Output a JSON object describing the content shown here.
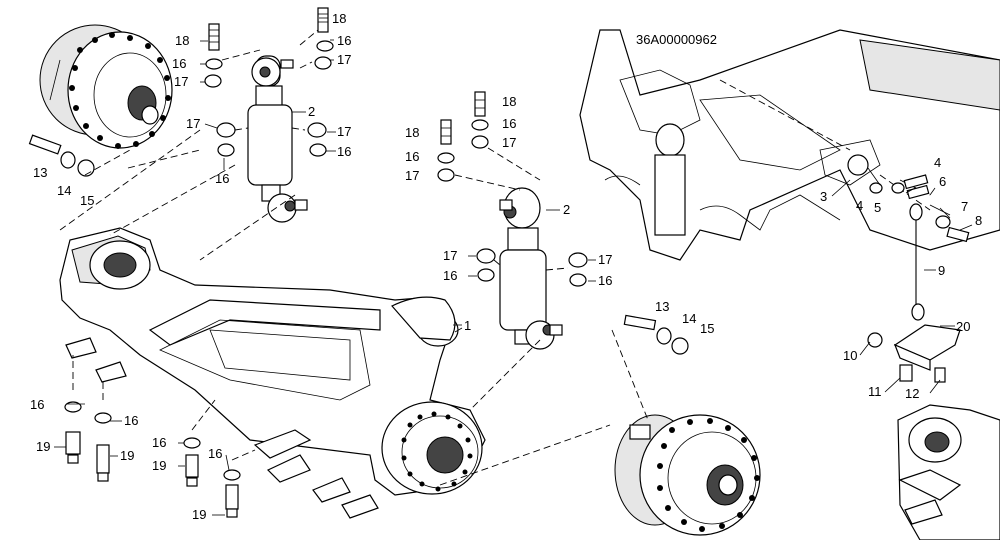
{
  "document": {
    "drawing_id": "36A00000962"
  },
  "callouts": {
    "c1": "1",
    "c2a": "2",
    "c2b": "2",
    "c3": "3",
    "c4a": "4",
    "c4b": "4",
    "c5": "5",
    "c6": "6",
    "c7": "7",
    "c8": "8",
    "c9": "9",
    "c10": "10",
    "c11": "11",
    "c12": "12",
    "c13a": "13",
    "c13b": "13",
    "c14a": "14",
    "c14b": "14",
    "c15a": "15",
    "c15b": "15",
    "c16a": "16",
    "c16b": "16",
    "c16c": "16",
    "c16d": "16",
    "c16e": "16",
    "c16f": "16",
    "c16g": "16",
    "c16h": "16",
    "c16i": "16",
    "c16j": "16",
    "c16k": "16",
    "c16l": "16",
    "c17a": "17",
    "c17b": "17",
    "c17c": "17",
    "c17d": "17",
    "c17e": "17",
    "c17f": "17",
    "c17g": "17",
    "c17h": "17",
    "c18a": "18",
    "c18b": "18",
    "c18c": "18",
    "c18d": "18",
    "c19a": "19",
    "c19b": "19",
    "c19c": "19",
    "c19d": "19",
    "c20": "20"
  }
}
